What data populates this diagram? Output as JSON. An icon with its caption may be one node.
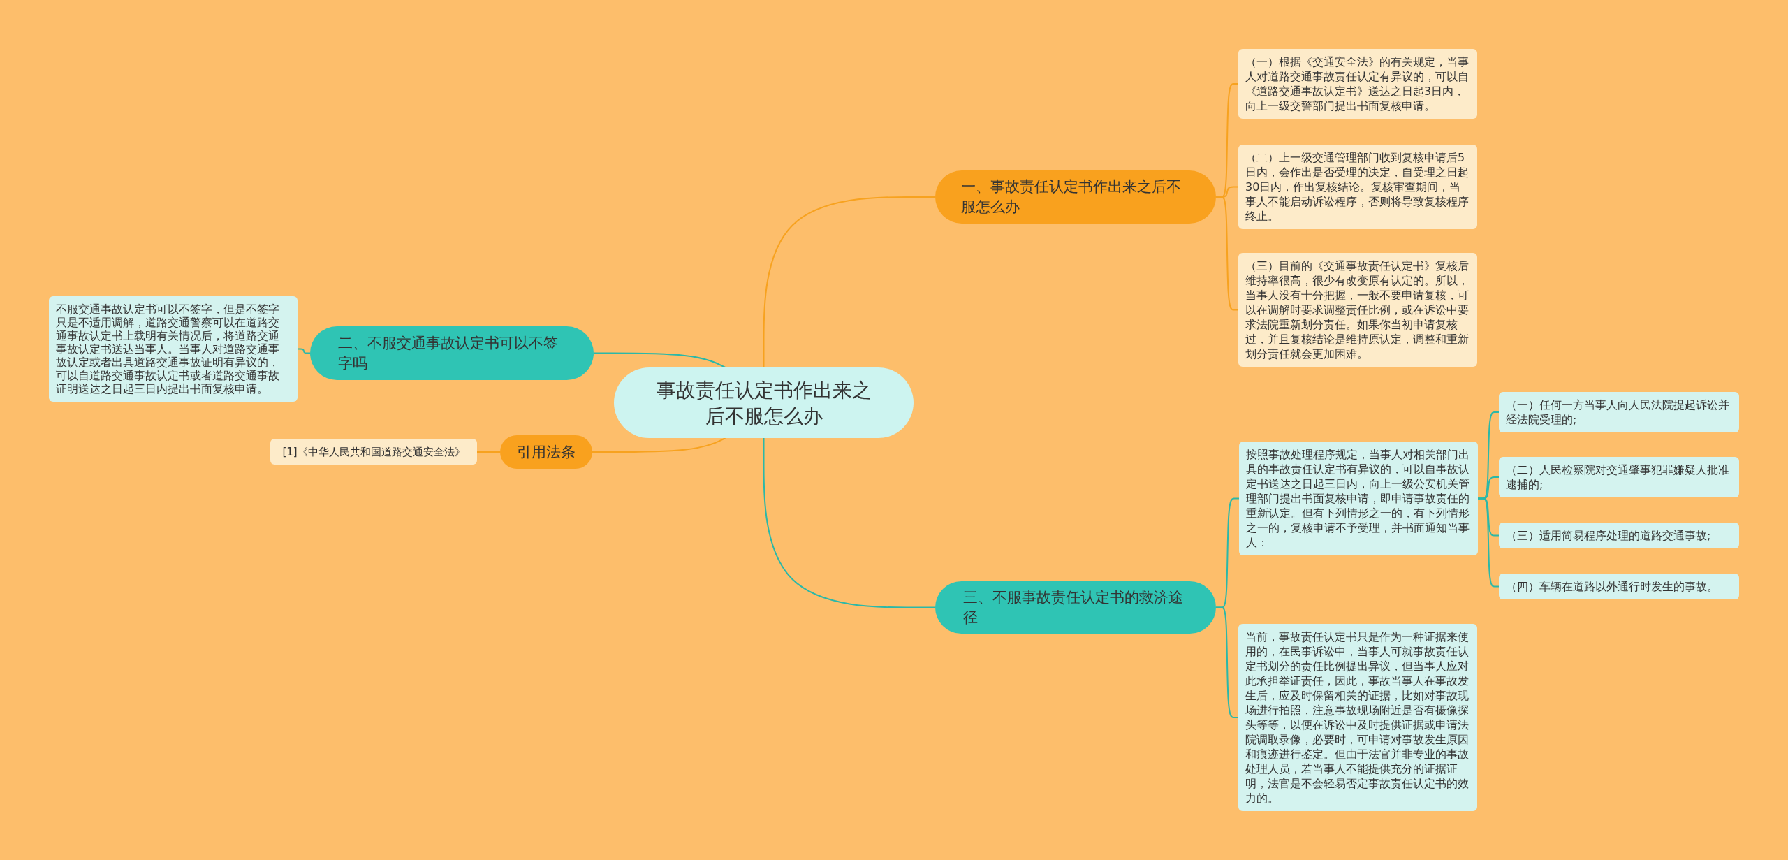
{
  "diagram": {
    "nodes": [
      {
        "text": [
          "事故责任认定书作出来之后不服怎么办"
        ]
      },
      {
        "text": [
          "一、事故责任认定书作出来之后不服怎么办"
        ]
      },
      {
        "text": [
          "（一）根据《交通安全法》的有关规定，当事人对道路交通事故责任认定有异议的，可以自《道路交通事故认定书》送达之日起3日内，向上一级交警部门提出书面复核申请。"
        ]
      },
      {
        "text": [
          "（二）上一级交通管理部门收到复核申请后5日内，会作出是否受理的决定，自受理之日起30日内，作出复核结论。复核审查期间，当事人不能启动诉讼程序，否则将导致复核程序终止。"
        ]
      },
      {
        "text": [
          "（三）目前的《交通事故责任认定书》复核后维持率很高，很少有改变原有认定的。所以，当事人没有十分把握，一般不要申请复核，可以在调解时要求调整责任比例，或在诉讼中要求法院重新划分责任。如果你当初申请复核过，并且复核结论是维持原认定，调整和重新划分责任就会更加困难。"
        ]
      },
      {
        "text": [
          "二、不服交通事故认定书可以不签字吗"
        ]
      },
      {
        "text": [
          "不服交通事故认定书可以不签字，但是不签字只是不适用调解，道路交通警察可以在道路交通事故认定书上载明有关情况后，将道路交通事故认定书送达当事人。当事人对道路交通事故认定或者出具道路交通事故证明有异议的，可以自道路交通事故认定书或者道路交通事故证明送达之日起三日内提出书面复核申请。"
        ]
      },
      {
        "text": [
          "引用法条"
        ]
      },
      {
        "text": [
          "[1]《中华人民共和国道路交通安全法》"
        ]
      },
      {
        "text": [
          "三、不服事故责任认定书的救济途径"
        ]
      },
      {
        "text": [
          "按照事故处理程序规定，当事人对相关部门出具的事故责任认定书有异议的，可以自事故认定书送达之日起三日内，向上一级公安机关管理部门提出书面复核申请，即申请事故责任的重新认定。但有下列情形之一的，有下列情形之一的，复核申请不予受理，并书面通知当事人："
        ]
      },
      {
        "text": [
          "（一）任何一方当事人向人民法院提起诉讼并经法院受理的;"
        ]
      },
      {
        "text": [
          "（二）人民检察院对交通肇事犯罪嫌疑人批准逮捕的;"
        ]
      },
      {
        "text": [
          "（三）适用简易程序处理的道路交通事故;"
        ]
      },
      {
        "text": [
          "（四）车辆在道路以外通行时发生的事故。"
        ]
      },
      {
        "text": [
          "当前，事故责任认定书只是作为一种证据来使用的，在民事诉讼中，当事人可就事故责任认定书划分的责任比例提出异议，但当事人应对此承担举证责任，因此，事故当事人在事故发生后，应及时保留相关的证据，比如对事故现场进行拍照，注意事故现场附近是否有摄像探头等等，以便在诉讼中及时提供证据或申请法院调取录像，必要时，可申请对事故发生原因和痕迹进行鉴定。但由于法官并非专业的事故处理人员，若当事人不能提供充分的证据证明，法官是不会轻易否定事故责任认定书的效力的。"
        ]
      }
    ],
    "edges": [
      {
        "from": 0,
        "to": 1,
        "arrow": "none",
        "color": "#f7a21f"
      },
      {
        "from": 1,
        "to": 2,
        "arrow": "none",
        "color": "#f7a21f"
      },
      {
        "from": 1,
        "to": 3,
        "arrow": "none",
        "color": "#f7a21f"
      },
      {
        "from": 1,
        "to": 4,
        "arrow": "none",
        "color": "#f7a21f"
      },
      {
        "from": 0,
        "to": 5,
        "arrow": "none"
      },
      {
        "from": 5,
        "to": 6,
        "arrow": "none"
      },
      {
        "from": 0,
        "to": 7,
        "arrow": "none",
        "color": "#f7a21f"
      },
      {
        "from": 7,
        "to": 8,
        "arrow": "none",
        "color": "#f7a21f"
      },
      {
        "from": 0,
        "to": 9,
        "arrow": "none"
      },
      {
        "from": 9,
        "to": 10,
        "arrow": "none"
      },
      {
        "from": 10,
        "to": 11,
        "arrow": "none"
      },
      {
        "from": 10,
        "to": 12,
        "arrow": "none"
      },
      {
        "from": 10,
        "to": 13,
        "arrow": "none"
      },
      {
        "from": 10,
        "to": 14,
        "arrow": "none"
      },
      {
        "from": 9,
        "to": 15,
        "arrow": "none"
      }
    ]
  }
}
